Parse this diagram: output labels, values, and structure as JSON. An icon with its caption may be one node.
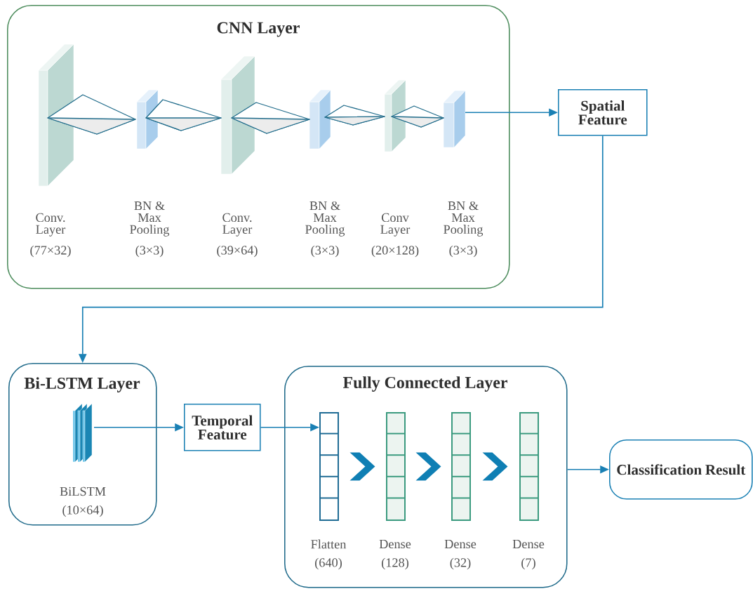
{
  "diagram": {
    "nodes": [
      {
        "text": [
          "CNN Layer"
        ]
      },
      {
        "text": [
          "Conv. Layer"
        ],
        "in": 0
      },
      {
        "text": [
          "BN & Max Pooling"
        ],
        "in": 0
      },
      {
        "text": [
          "Conv. Layer"
        ],
        "in": 0
      },
      {
        "text": [
          "BN & Max Pooling"
        ],
        "in": 0
      },
      {
        "text": [
          "Conv Layer"
        ],
        "in": 0
      },
      {
        "text": [
          "BN & Max Pooling"
        ],
        "in": 0
      },
      {
        "text": [
          "Spatial Feature"
        ]
      },
      {
        "text": [
          "Bi-LSTM Layer"
        ]
      },
      {
        "text": [
          "BiLSTM",
          "(10×64)"
        ],
        "in": 8
      },
      {
        "text": [
          "Temporal Feature"
        ]
      },
      {
        "text": [
          "Fully Connected Layer"
        ]
      },
      {
        "text": [
          "Flatten",
          "(640)"
        ],
        "in": 11
      },
      {
        "text": [
          "Dense",
          "(128)"
        ],
        "in": 11
      },
      {
        "text": [
          "Dense",
          "(32)"
        ],
        "in": 11
      },
      {
        "text": [
          "Dense",
          "(7)"
        ],
        "in": 11
      },
      {
        "text": [
          "Classification Result"
        ]
      }
    ],
    "edges": [
      {
        "from": 6,
        "to": 7,
        "arrow": "to"
      },
      {
        "from": 7,
        "to": 8,
        "arrow": "to"
      },
      {
        "from": 9,
        "to": 10,
        "arrow": "to"
      },
      {
        "from": 10,
        "to": 12,
        "arrow": "to"
      },
      {
        "from": 12,
        "to": 13,
        "arrow": "to"
      },
      {
        "from": 13,
        "to": 14,
        "arrow": "to"
      },
      {
        "from": 14,
        "to": 15,
        "arrow": "to"
      },
      {
        "from": 11,
        "to": 16,
        "arrow": "to"
      }
    ],
    "labels": [
      "(77×32)",
      "(3×3)",
      "(39×64)",
      "(3×3)",
      "(20×128)",
      "(3×3)"
    ]
  }
}
